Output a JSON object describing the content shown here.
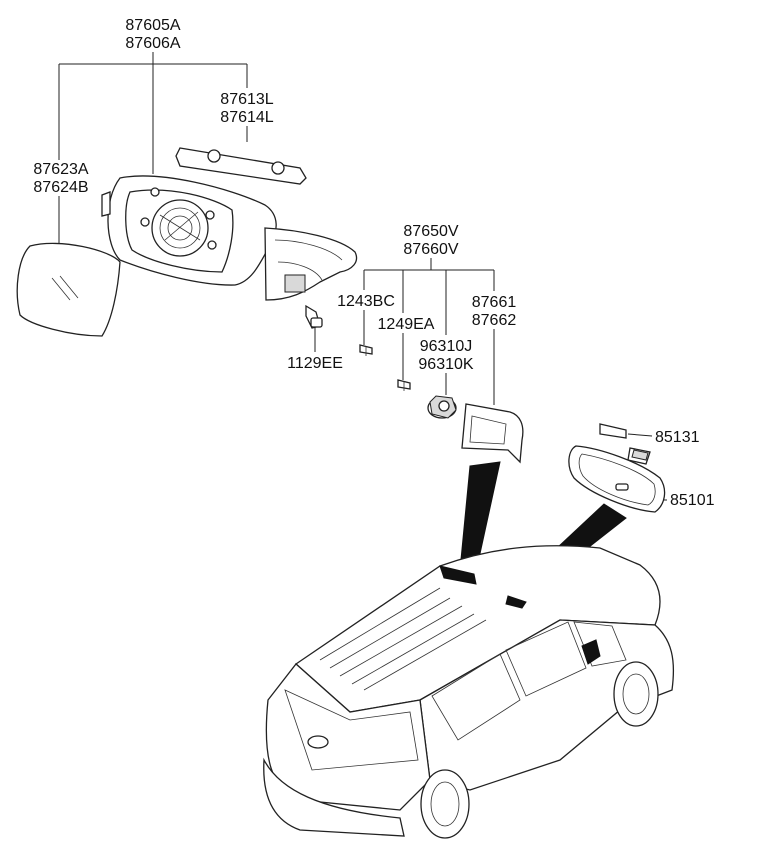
{
  "labels": {
    "mirror_assembly": [
      "87605A",
      "87606A"
    ],
    "scalp_cover": [
      "87613L",
      "87614L"
    ],
    "mirror_glass": [
      "87623A",
      "87624B"
    ],
    "inner_cover_assy": [
      "87650V",
      "87660V"
    ],
    "screw_1243bc": "1243BC",
    "screw_1249ea": "1249EA",
    "garnish": [
      "87661",
      "87662"
    ],
    "sensor": [
      "96310J",
      "96310K"
    ],
    "bolt_1129ee": "1129EE",
    "rain_sensor_cover": "85131",
    "inside_rear_mirror": "85101"
  }
}
